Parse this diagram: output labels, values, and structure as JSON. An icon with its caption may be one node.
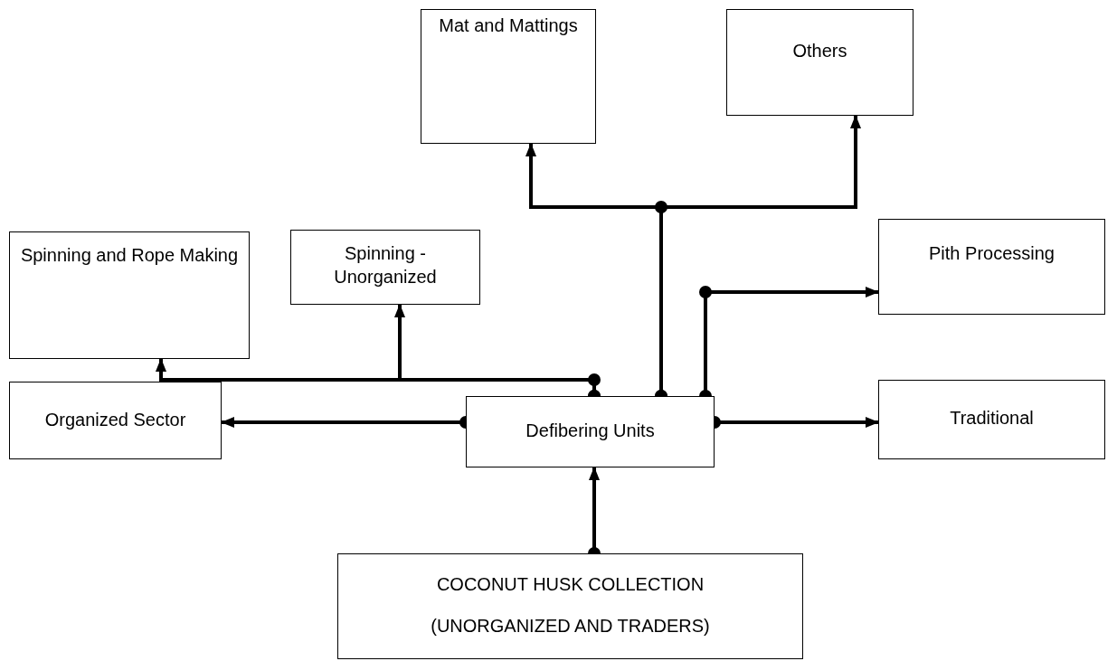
{
  "diagram": {
    "nodes": [
      {
        "text": [
          "Mat and Mattings"
        ]
      },
      {
        "text": [
          "Others"
        ]
      },
      {
        "text": [
          "Spinning and Rope Making"
        ]
      },
      {
        "text": [
          "Spinning - Unorganized"
        ]
      },
      {
        "text": [
          "Pith Processing"
        ]
      },
      {
        "text": [
          "Organized Sector"
        ]
      },
      {
        "text": [
          "Defibering Units"
        ]
      },
      {
        "text": [
          "Traditional"
        ]
      },
      {
        "text": [
          "COCONUT HUSK COLLECTION",
          "(UNORGANIZED AND TRADERS)"
        ]
      }
    ],
    "edges": [
      {
        "from": 8,
        "to": 6,
        "arrow": "to"
      },
      {
        "from": 6,
        "to": 0,
        "arrow": "to"
      },
      {
        "from": 6,
        "to": 1,
        "arrow": "to"
      },
      {
        "from": 6,
        "to": 2,
        "arrow": "to"
      },
      {
        "from": 6,
        "to": 3,
        "arrow": "to"
      },
      {
        "from": 6,
        "to": 4,
        "arrow": "to"
      },
      {
        "from": 6,
        "to": 5,
        "arrow": "to"
      },
      {
        "from": 6,
        "to": 7,
        "arrow": "to"
      }
    ]
  }
}
